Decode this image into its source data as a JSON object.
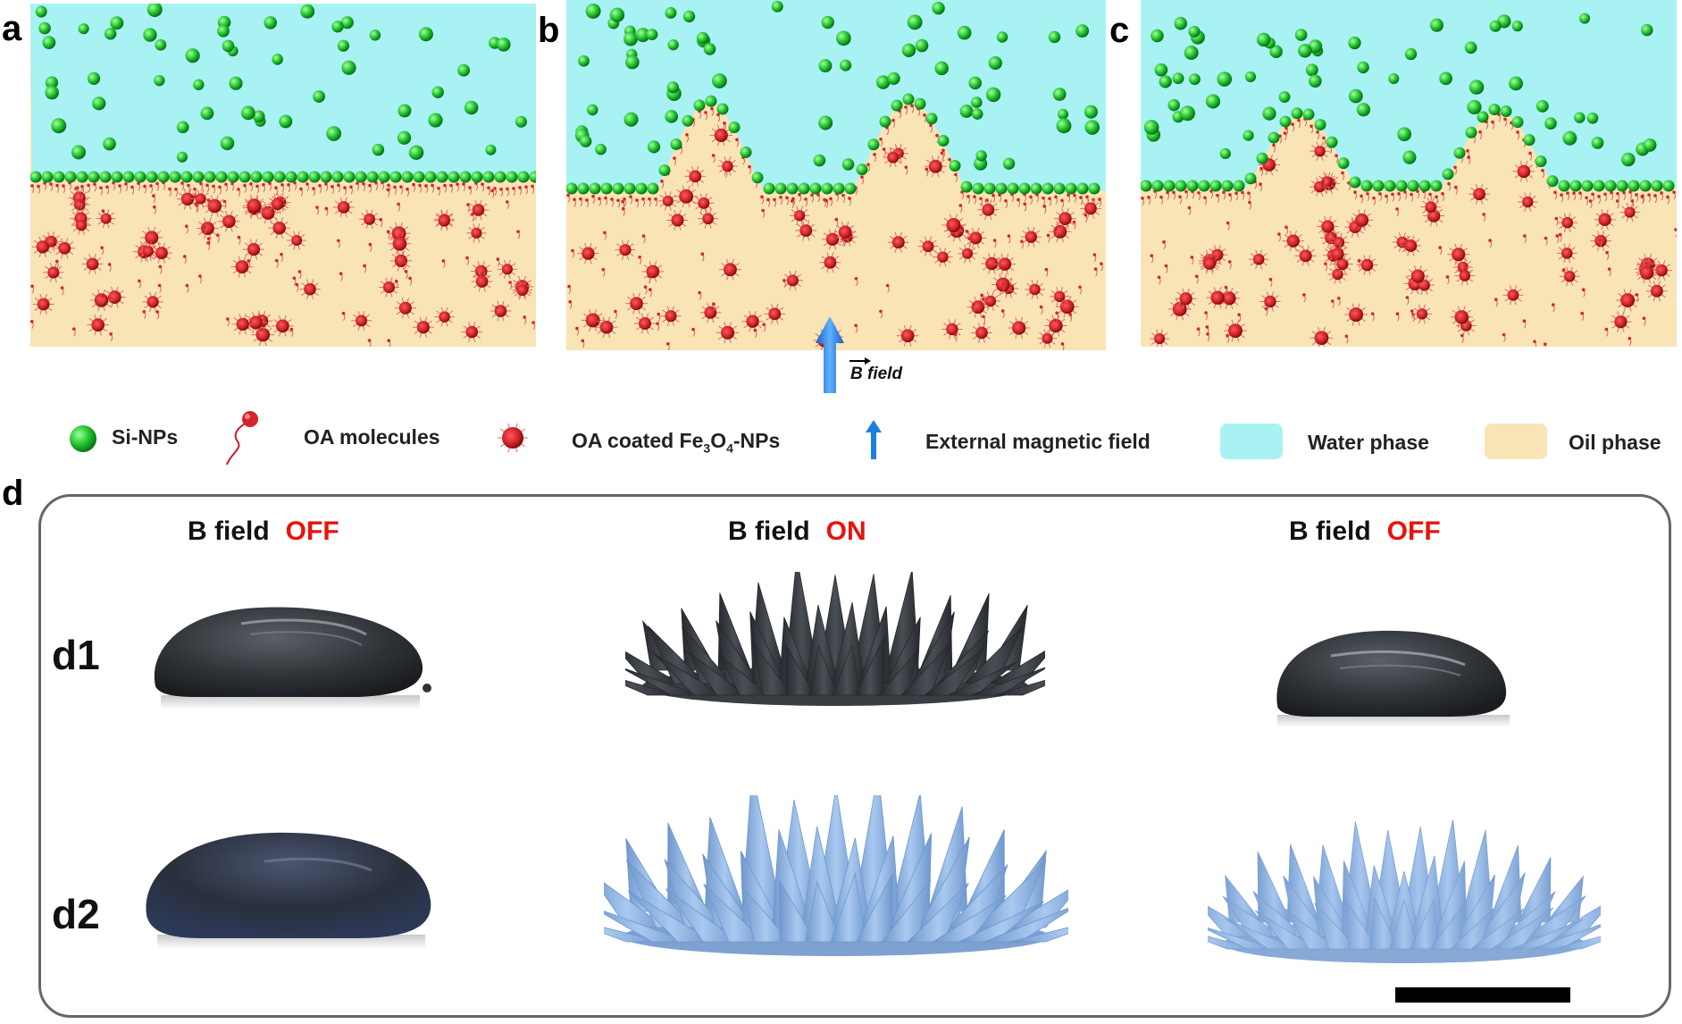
{
  "panels": {
    "a": "a",
    "b": "b",
    "c": "c",
    "d": "d"
  },
  "field_arrow_label": "B field",
  "legend": {
    "si_nps": "Si-NPs",
    "oa_molecules": "OA molecules",
    "oa_coated_prefix": "OA coated Fe",
    "oa_coated_sub1": "3",
    "oa_coated_mid": "O",
    "oa_coated_sub2": "4",
    "oa_coated_suffix": "-NPs",
    "external_field": "External magnetic field",
    "water_phase": "Water phase",
    "oil_phase": "Oil phase"
  },
  "colors": {
    "water": "#a8f2f4",
    "oil": "#f9e4b6",
    "si_np": "#1fc22d",
    "fe_np": "#c81e24",
    "arrow": "#1c7fe0",
    "state_text": "#e8120c",
    "d1_droplet": "#2f3338",
    "d2_droplet": "#2a2f3c",
    "d2_spiky": "#86aee0"
  },
  "panel_d": {
    "columns": [
      {
        "label": "B field",
        "state": "OFF"
      },
      {
        "label": "B field",
        "state": "ON"
      },
      {
        "label": "B field",
        "state": "OFF"
      }
    ],
    "rows": [
      {
        "label": "d1"
      },
      {
        "label": "d2"
      }
    ]
  }
}
